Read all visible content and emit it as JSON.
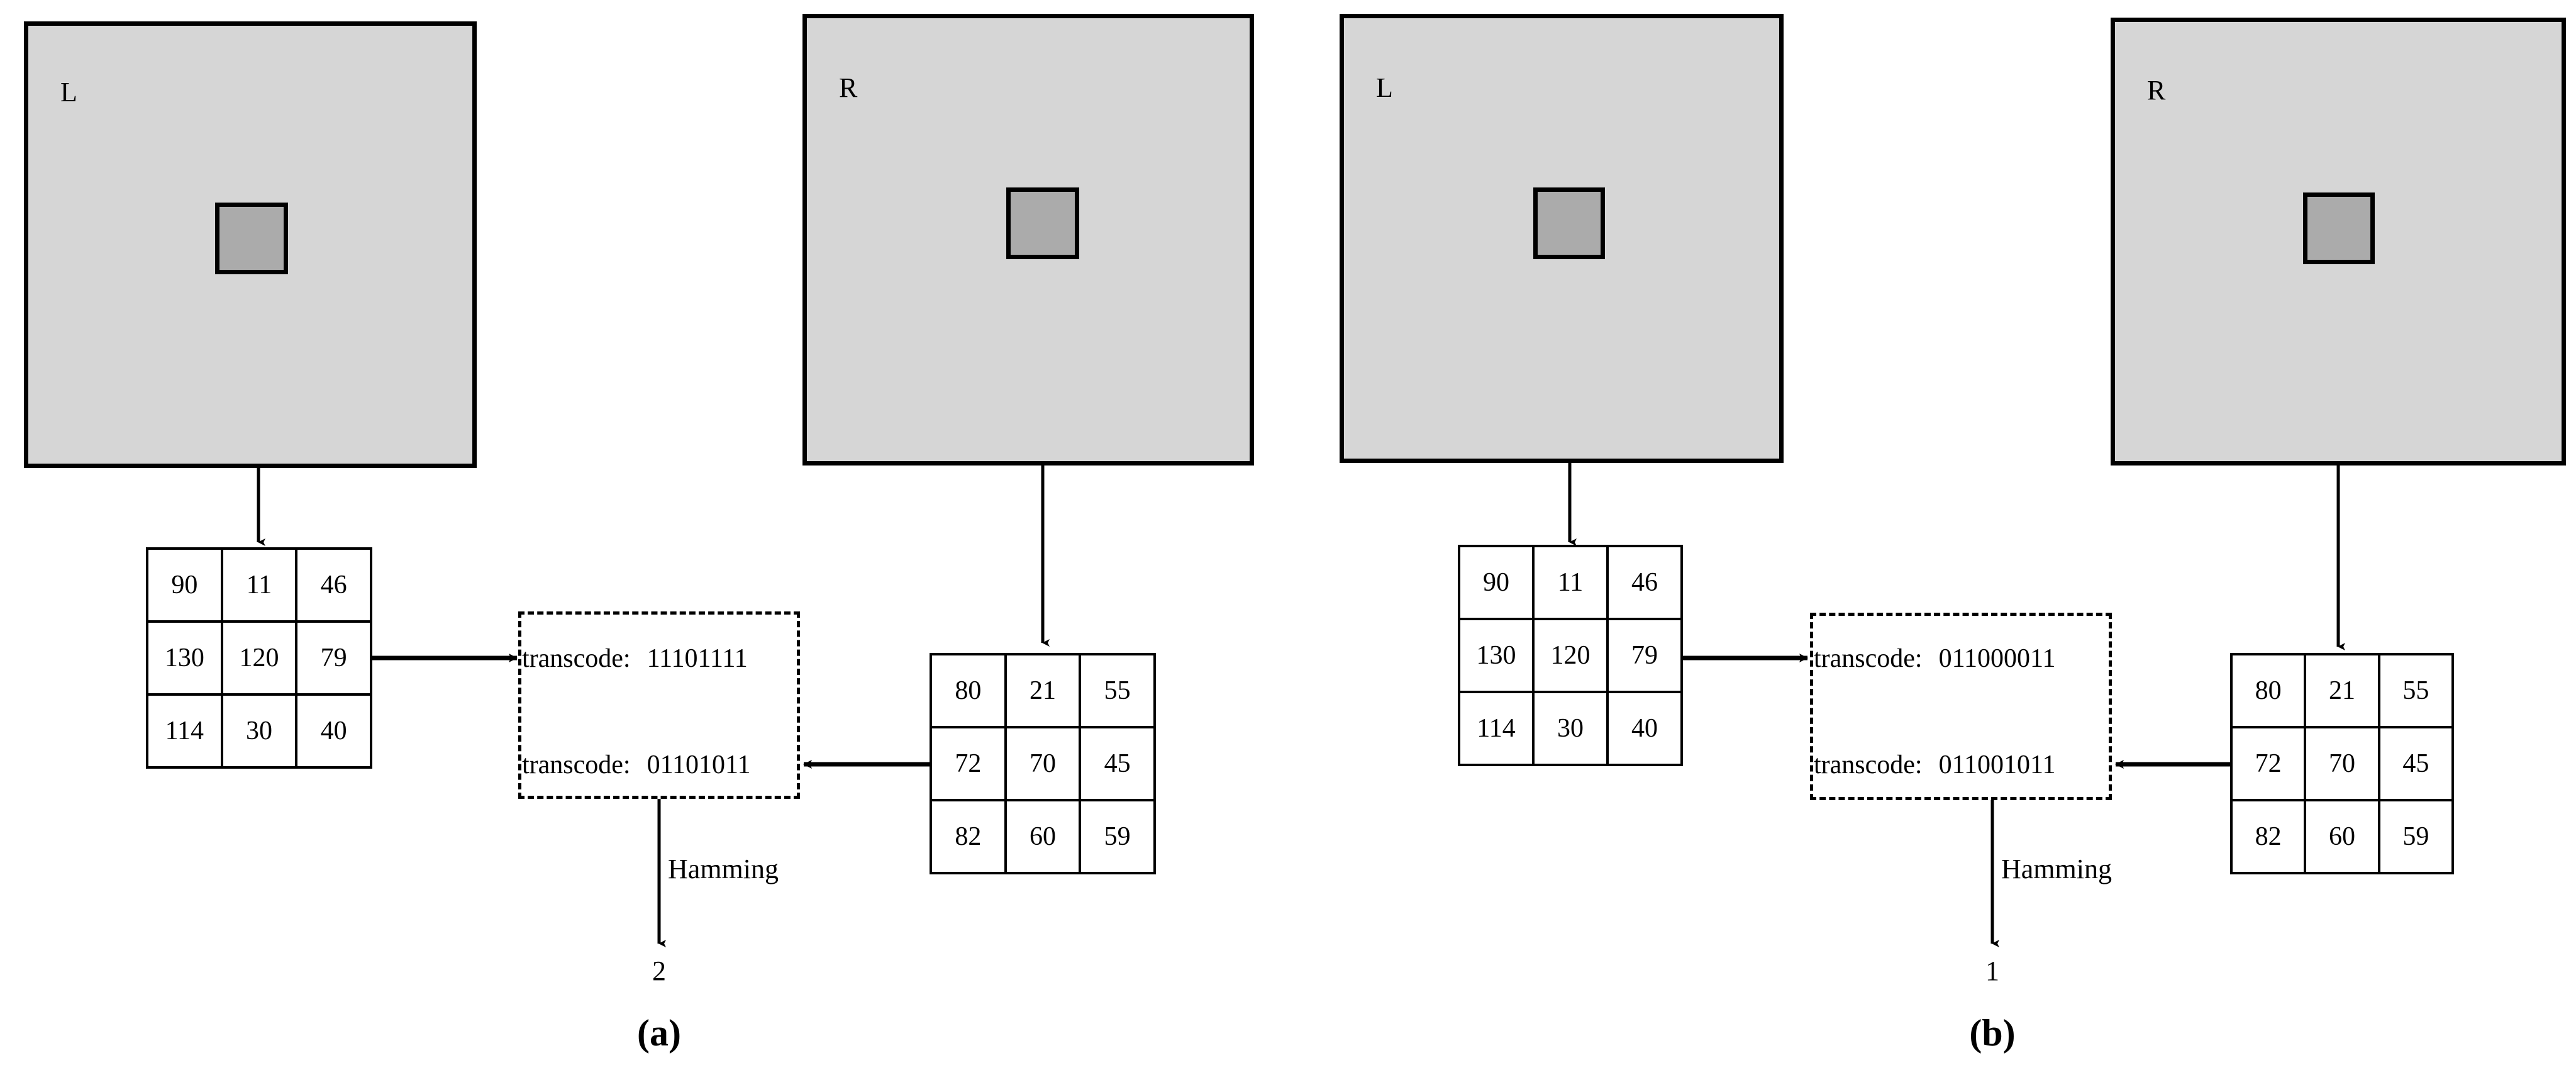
{
  "figure": {
    "colors": {
      "image_fill": "#d6d6d6",
      "patch_fill": "#ababab",
      "stroke": "#000000",
      "background": "#ffffff"
    },
    "subfigures": [
      {
        "caption": "(a)",
        "left_image": {
          "label": "L"
        },
        "right_image": {
          "label": "R"
        },
        "left_matrix": {
          "rows": [
            [
              "90",
              "11",
              "46"
            ],
            [
              "130",
              "120",
              "79"
            ],
            [
              "114",
              "30",
              "40"
            ]
          ]
        },
        "right_matrix": {
          "rows": [
            [
              "80",
              "21",
              "55"
            ],
            [
              "72",
              "70",
              "45"
            ],
            [
              "82",
              "60",
              "59"
            ]
          ]
        },
        "transcode_top": {
          "label": "transcode:",
          "value": "11101111"
        },
        "transcode_bottom": {
          "label": "transcode:",
          "value": "01101011"
        },
        "hamming": {
          "label": "Hamming",
          "value": "2"
        }
      },
      {
        "caption": "(b)",
        "left_image": {
          "label": "L"
        },
        "right_image": {
          "label": "R"
        },
        "left_matrix": {
          "rows": [
            [
              "90",
              "11",
              "46"
            ],
            [
              "130",
              "120",
              "79"
            ],
            [
              "114",
              "30",
              "40"
            ]
          ]
        },
        "right_matrix": {
          "rows": [
            [
              "80",
              "21",
              "55"
            ],
            [
              "72",
              "70",
              "45"
            ],
            [
              "82",
              "60",
              "59"
            ]
          ]
        },
        "transcode_top": {
          "label": "transcode:",
          "value": "011000011"
        },
        "transcode_bottom": {
          "label": "transcode:",
          "value": "011001011"
        },
        "hamming": {
          "label": "Hamming",
          "value": "1"
        }
      }
    ]
  }
}
